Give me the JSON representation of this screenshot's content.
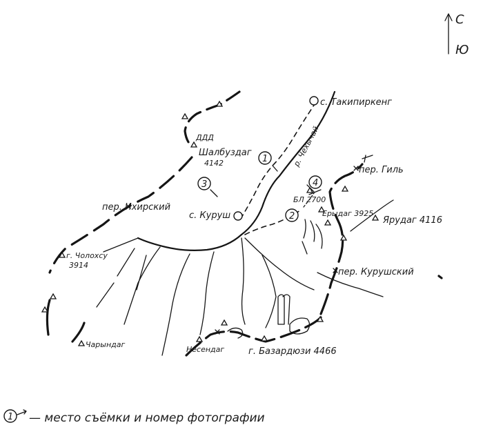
{
  "compass": {
    "north": "С",
    "south": "Ю"
  },
  "labels": {
    "takipirkent": "с. Такипиркенг",
    "chekhychai": "р. Чехычай",
    "shalbuzdag": "Шалбуздаг",
    "shalbuzdag_h": "4142",
    "ikhirsky": "пер. Ихирский",
    "kurush": "с. Куруш",
    "gil": "пер. Гиль",
    "b2700": "БЛ 2700",
    "erydag": "Ерыдаг 3925",
    "yarudag": "Ярудаг 4116",
    "cholokhsu": "г. Чолохсу",
    "cholokhsu_h": "3914",
    "kurushsky": "пер. Курушский",
    "charyndag": "Чарындаг",
    "nesendag": "Несендаг",
    "bazarduzu": "г. Базардюзи 4466"
  },
  "photo_points": [
    "1",
    "2",
    "3",
    "4"
  ],
  "legend": {
    "marker": "1",
    "text": "— место съёмки и номер фотографии"
  }
}
